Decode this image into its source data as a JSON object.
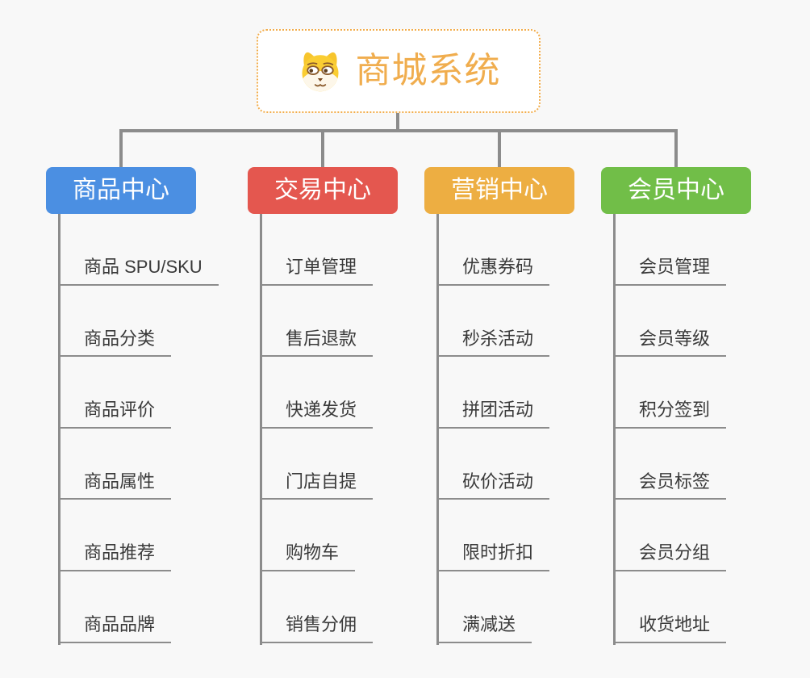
{
  "root": {
    "title": "商城系统",
    "icon": "shiba-dog-icon",
    "accent_color": "#F0AD4E",
    "border_color": "#F2AC4A"
  },
  "colors": {
    "background": "#F8F8F8",
    "connector_line": "#8C8C8C",
    "leaf_text": "#3A3A3A"
  },
  "branches": [
    {
      "label": "商品中心",
      "color": "#4B8FE2",
      "items": [
        "商品 SPU/SKU",
        "商品分类",
        "商品评价",
        "商品属性",
        "商品推荐",
        "商品品牌"
      ]
    },
    {
      "label": "交易中心",
      "color": "#E4574F",
      "items": [
        "订单管理",
        "售后退款",
        "快递发货",
        "门店自提",
        "购物车",
        "销售分佣"
      ]
    },
    {
      "label": "营销中心",
      "color": "#EDAE42",
      "items": [
        "优惠券码",
        "秒杀活动",
        "拼团活动",
        "砍价活动",
        "限时折扣",
        "满减送"
      ]
    },
    {
      "label": "会员中心",
      "color": "#71BE48",
      "items": [
        "会员管理",
        "会员等级",
        "积分签到",
        "会员标签",
        "会员分组",
        "收货地址"
      ]
    }
  ]
}
